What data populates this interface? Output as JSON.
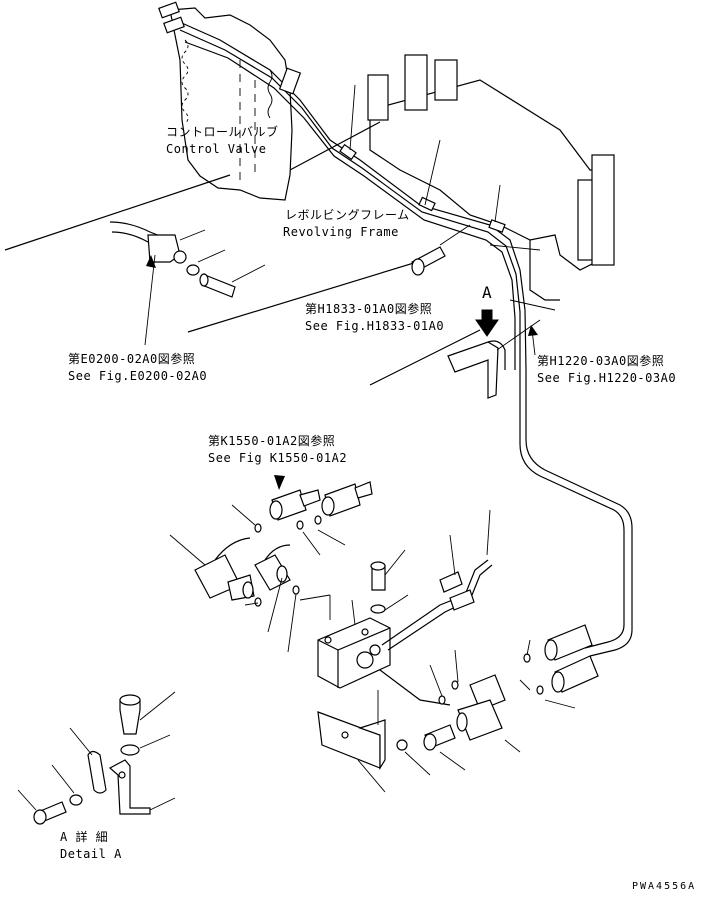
{
  "labels": {
    "control_valve_jp": "コントロールバルブ",
    "control_valve_en": "Control Valve",
    "revolving_frame_jp": "レボルビングフレーム",
    "revolving_frame_en": "Revolving Frame",
    "ref_h1833_jp": "第H1833-01A0図参照",
    "ref_h1833_en": "See Fig.H1833-01A0",
    "ref_e0200_jp": "第E0200-02A0図参照",
    "ref_e0200_en": "See Fig.E0200-02A0",
    "ref_h1220_jp": "第H1220-03A0図参照",
    "ref_h1220_en": "See Fig.H1220-03A0",
    "ref_k1550_jp": "第K1550-01A2図参照",
    "ref_k1550_en": "See Fig K1550-01A2",
    "view_a": "A",
    "detail_a_jp": "A 詳 細",
    "detail_a_en": "Detail A",
    "drawing_number": "PWA4556A"
  }
}
